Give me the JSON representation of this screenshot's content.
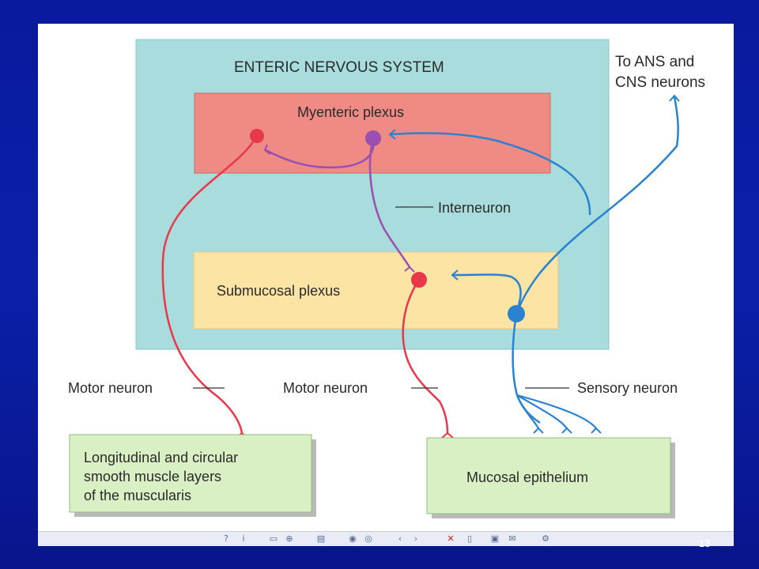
{
  "diagram": {
    "title": "ENTERIC NERVOUS SYSTEM",
    "myenteric_label": "Myenteric plexus",
    "submucosal_label": "Submucosal plexus",
    "interneuron_label": "Interneuron",
    "ans_label_line1": "To ANS and",
    "ans_label_line2": "CNS neurons",
    "motor_neuron_left_label": "Motor neuron",
    "motor_neuron_mid_label": "Motor neuron",
    "sensory_neuron_label": "Sensory neuron",
    "muscle_box_line1": "Longitudinal and circular",
    "muscle_box_line2": "smooth muscle layers",
    "muscle_box_line3": "of the muscularis",
    "mucosal_box_label": "Mucosal epithelium"
  },
  "colors": {
    "background": "#0b1fa8",
    "ens_region": "#a9dcdc",
    "myenteric_box": "#f08a84",
    "submucosal_box": "#fbe4a4",
    "target_box": "#d9f0c4",
    "motor_neuron": "#e8384a",
    "interneuron": "#9b4fb0",
    "sensory_neuron": "#2a82d0"
  },
  "toolbar": {
    "icons": [
      "help-icon",
      "info-icon",
      "copy-icon",
      "paste-icon",
      "trash-icon",
      "zoom-in-icon",
      "zoom-out-icon",
      "prev-icon",
      "next-icon",
      "close-icon",
      "page-icon",
      "save-icon",
      "mail-icon",
      "settings-icon"
    ]
  },
  "page_number": "13"
}
